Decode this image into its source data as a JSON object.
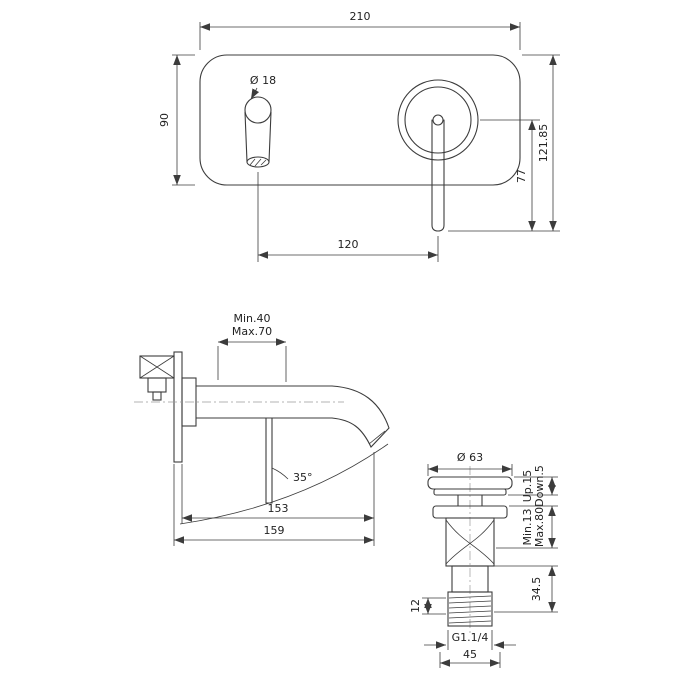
{
  "meta": {
    "drawing_type": "bathroom faucet technical dimension drawing",
    "background_color": "#ffffff",
    "line_color": "#3c3c3c",
    "text_color": "#222222"
  },
  "front_view": {
    "width": "210",
    "height": "90",
    "spout_diameter": "Ø 18",
    "handle_drop": "77",
    "overall_drop": "121.85",
    "center_distance": "120"
  },
  "side_view": {
    "depth_min": "Min.40",
    "depth_max": "Max.70",
    "spout_angle": "35°",
    "reach_spout": "153",
    "reach_overall": "159"
  },
  "drain_view": {
    "cap_diameter": "Ø 63",
    "travel_up": "Up.15",
    "travel_down": "Down.5",
    "range_min": "Min.13",
    "range_max": "Max.80",
    "body_height": "34.5",
    "thread_height": "12",
    "thread_size": "G1.1/4",
    "base_width": "45"
  }
}
